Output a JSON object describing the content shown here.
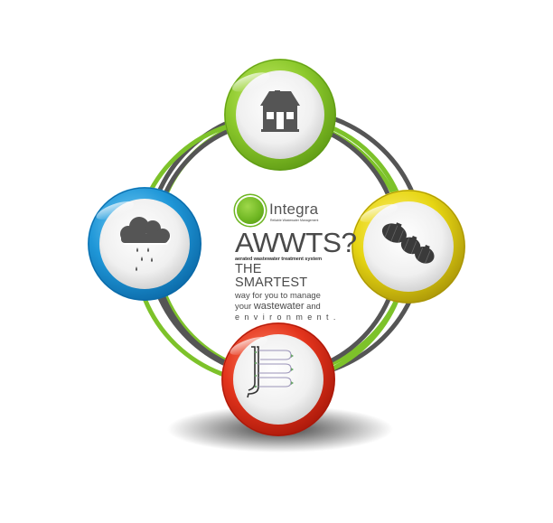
{
  "title": "Integra AWWTS cycle diagram",
  "colors": {
    "green": "#7dc22a",
    "blue": "#1b93d6",
    "yellow": "#e3d40e",
    "red": "#e2301b",
    "ring_gray": "#555555",
    "icon_gray": "#555555",
    "text_gray": "#4a4a4a"
  },
  "center": {
    "logo_name": "Integra",
    "logo_tagline": "Reliable Wastewater Management",
    "headline": "AWWTS?",
    "headline_expansion": "aerated wastewater treatment system",
    "line1": "THE SMARTEST",
    "line2": "way for you to manage",
    "line3_pre": "your",
    "line3_big": "wastewater",
    "line3_post": "and",
    "line4": "environment."
  },
  "nodes": [
    {
      "id": "home",
      "position": "top",
      "ring_color": "green",
      "icon": "house-icon"
    },
    {
      "id": "tanks",
      "position": "right",
      "ring_color": "yellow",
      "icon": "treatment-tanks-icon"
    },
    {
      "id": "irrigation",
      "position": "bottom",
      "ring_color": "red",
      "icon": "irrigation-lines-icon"
    },
    {
      "id": "rain",
      "position": "left",
      "ring_color": "blue",
      "icon": "rain-cloud-icon"
    }
  ]
}
